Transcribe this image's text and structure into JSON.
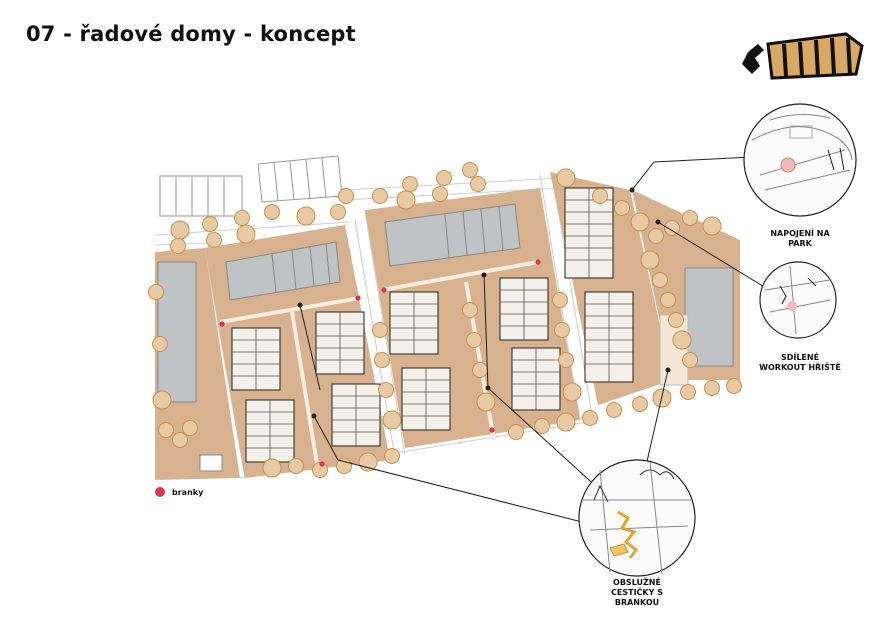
{
  "title": "07 - řadové domy - koncept",
  "legend": {
    "label": "branky",
    "color": "#e0334e"
  },
  "callouts": [
    {
      "lines": [
        "NAPOJENÍ NA",
        "PARK"
      ]
    },
    {
      "lines": [
        "SDÍLENÉ",
        "WORKOUT HŘIŠTĚ"
      ]
    },
    {
      "lines": [
        "OBSLUŽNÉ",
        "CESTIČKY S",
        "BRANKOU"
      ]
    }
  ],
  "colors": {
    "plot": "#d8b28e",
    "roof": "#bfc3c6",
    "tree_fill": "#e7c9a3",
    "tree_stroke": "#c98f4a",
    "gate": "#e0334e",
    "logo_fill": "#d9a864"
  }
}
